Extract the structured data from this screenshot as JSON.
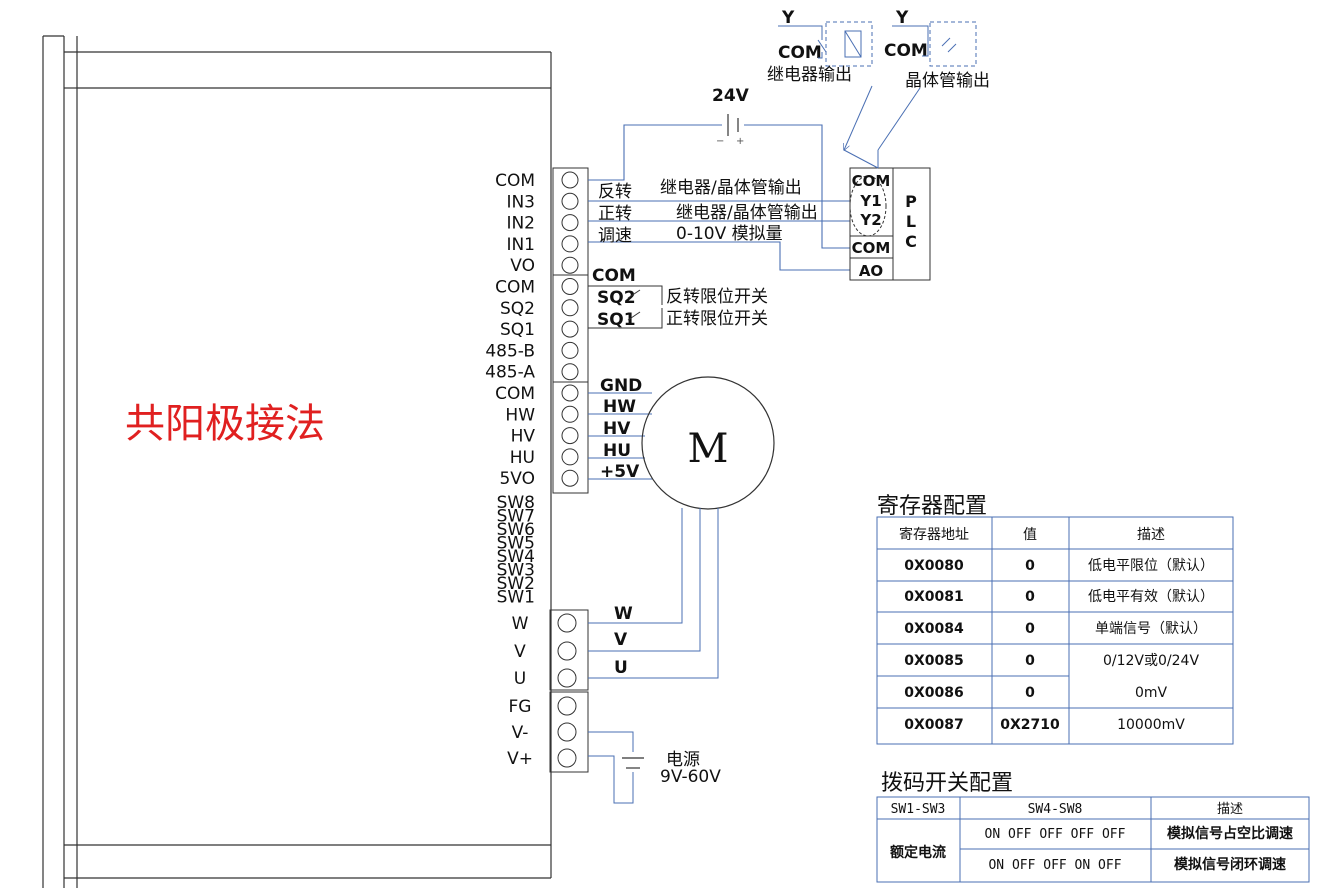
{
  "main_title": "共阳极接法",
  "colors": {
    "title_red": "#e02020",
    "wire_blue": "#4a6fb3",
    "line": "#333333"
  },
  "terminals_top": [
    "COM",
    "IN3",
    "IN2",
    "IN1",
    "VO",
    "COM",
    "SQ2",
    "SQ1",
    "485-B",
    "485-A",
    "COM",
    "HW",
    "HV",
    "HU",
    "5VO"
  ],
  "sw_labels": [
    "SW8",
    "SW7",
    "SW6",
    "SW5",
    "SW4",
    "SW3",
    "SW2",
    "SW1"
  ],
  "terminals_bottom": [
    "W",
    "V",
    "U",
    "FG",
    "V-",
    "V+"
  ],
  "signals": {
    "reverse": "反转",
    "forward": "正转",
    "speed": "调速",
    "relay_out_1": "继电器/晶体管输出",
    "relay_out_2": "继电器/晶体管输出",
    "analog": "0-10V 模拟量",
    "com": "COM",
    "sq2": "SQ2",
    "sq1": "SQ1",
    "rev_limit": "反转限位开关",
    "fwd_limit": "正转限位开关"
  },
  "motor": {
    "label": "M",
    "gnd": "GND",
    "hw": "HW",
    "hv": "HV",
    "hu": "HU",
    "v5": "+5V",
    "w": "W",
    "v": "V",
    "u": "U"
  },
  "power": {
    "label": "电源",
    "range": "9V-60V"
  },
  "battery": {
    "label": "24V"
  },
  "plc": {
    "pins": [
      "COM",
      "Y1",
      "Y2",
      "COM",
      "AO"
    ],
    "letters": [
      "P",
      "L",
      "C"
    ]
  },
  "relay": {
    "y": "Y",
    "com": "COM",
    "caption": "继电器输出"
  },
  "transistor": {
    "y": "Y",
    "com": "COM",
    "caption": "晶体管输出"
  },
  "register_table": {
    "title": "寄存器配置",
    "headers": [
      "寄存器地址",
      "值",
      "描述"
    ],
    "rows": [
      [
        "0X0080",
        "0",
        "低电平限位（默认）"
      ],
      [
        "0X0081",
        "0",
        "低电平有效（默认）"
      ],
      [
        "0X0084",
        "0",
        "单端信号（默认）"
      ],
      [
        "0X0085",
        "0",
        "0/12V或0/24V"
      ],
      [
        "0X0086",
        "0",
        "0mV"
      ],
      [
        "0X0087",
        "0X2710",
        "10000mV"
      ]
    ]
  },
  "dip_table": {
    "title": "拨码开关配置",
    "headers": [
      "SW1-SW3",
      "SW4-SW8",
      "描述"
    ],
    "merged_cell": "额定电流",
    "rows": [
      [
        "ON OFF OFF OFF OFF",
        "模拟信号占空比调速"
      ],
      [
        "ON OFF OFF ON  OFF",
        "模拟信号闭环调速"
      ]
    ]
  }
}
